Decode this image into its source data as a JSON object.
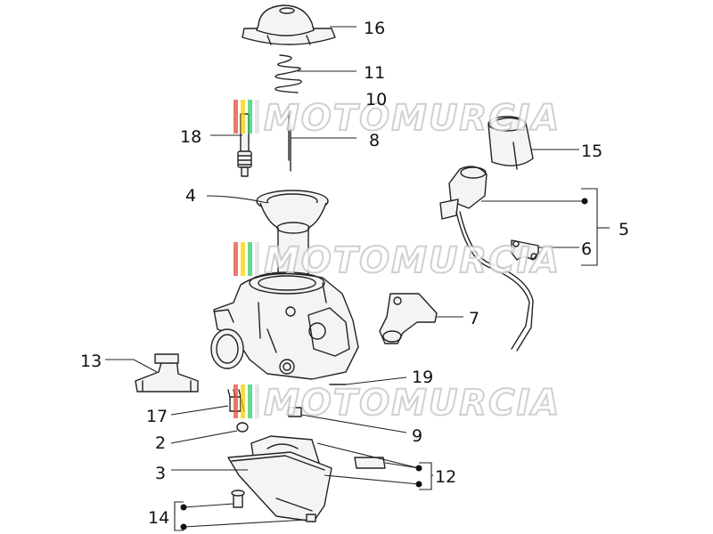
{
  "diagram": {
    "callouts": [
      "16",
      "11",
      "10",
      "8",
      "18",
      "4",
      "15",
      "5",
      "6",
      "7",
      "13",
      "19",
      "17",
      "9",
      "2",
      "3",
      "12",
      "14"
    ]
  },
  "watermark": {
    "text": "MOTOMURCIA",
    "stripe_colors": [
      "#e74c3c",
      "#f5d000",
      "#2ecc71",
      "#dddddd"
    ]
  }
}
